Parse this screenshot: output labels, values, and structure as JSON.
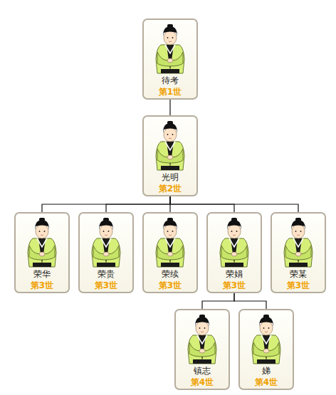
{
  "diagram": {
    "nodes": [
      {
        "text": [
          "待考",
          "第1世"
        ]
      },
      {
        "text": [
          "光明",
          "第2世"
        ]
      },
      {
        "text": [
          "荣华",
          "第3世"
        ]
      },
      {
        "text": [
          "荣贵",
          "第3世"
        ]
      },
      {
        "text": [
          "荣续",
          "第3世"
        ]
      },
      {
        "text": [
          "荣娟",
          "第3世"
        ]
      },
      {
        "text": [
          "荣某",
          "第3世"
        ]
      },
      {
        "text": [
          "镇志",
          "第4世"
        ]
      },
      {
        "text": [
          "娣",
          "第4世"
        ]
      }
    ],
    "edges": [
      {
        "from": 0,
        "to": 1,
        "arrow": "none"
      },
      {
        "from": 1,
        "to": 2,
        "arrow": "none"
      },
      {
        "from": 1,
        "to": 3,
        "arrow": "none"
      },
      {
        "from": 1,
        "to": 4,
        "arrow": "none"
      },
      {
        "from": 1,
        "to": 5,
        "arrow": "none"
      },
      {
        "from": 1,
        "to": 6,
        "arrow": "none"
      },
      {
        "from": 5,
        "to": 7,
        "arrow": "none"
      },
      {
        "from": 5,
        "to": 8,
        "arrow": "none"
      }
    ]
  }
}
